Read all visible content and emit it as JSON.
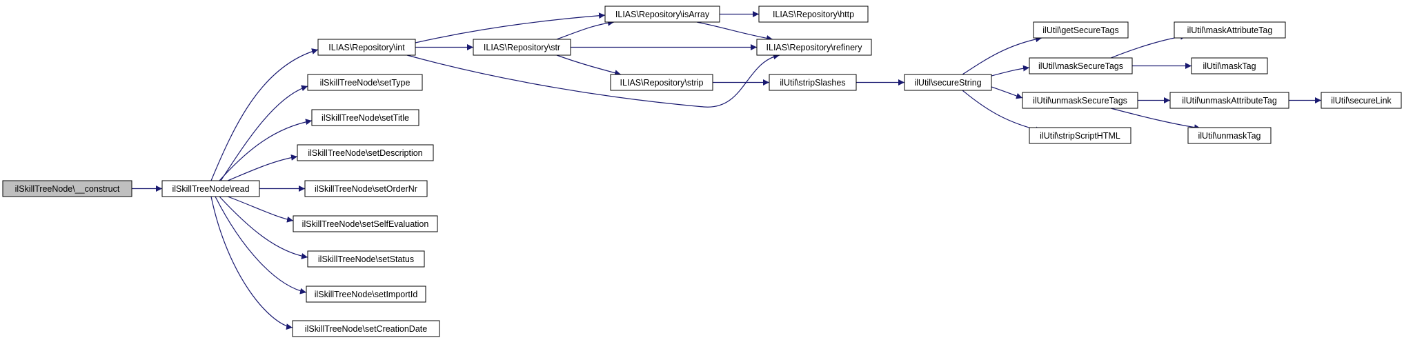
{
  "colors": {
    "edge": "#191970",
    "node_border": "#000000",
    "node_fill": "#ffffff",
    "root_fill": "#bfbfbf"
  },
  "nodes": [
    {
      "id": "n0",
      "label": "ilSkillTreeNode\\__construct",
      "root": true
    },
    {
      "id": "n1",
      "label": "ilSkillTreeNode\\read"
    },
    {
      "id": "n2",
      "label": "ILIAS\\Repository\\int"
    },
    {
      "id": "n3",
      "label": "ilSkillTreeNode\\setType"
    },
    {
      "id": "n4",
      "label": "ilSkillTreeNode\\setTitle"
    },
    {
      "id": "n5",
      "label": "ilSkillTreeNode\\setDescription"
    },
    {
      "id": "n6",
      "label": "ilSkillTreeNode\\setOrderNr"
    },
    {
      "id": "n7",
      "label": "ilSkillTreeNode\\setSelfEvaluation"
    },
    {
      "id": "n8",
      "label": "ilSkillTreeNode\\setStatus"
    },
    {
      "id": "n9",
      "label": "ilSkillTreeNode\\setImportId"
    },
    {
      "id": "n10",
      "label": "ilSkillTreeNode\\setCreationDate"
    },
    {
      "id": "n11",
      "label": "ILIAS\\Repository\\isArray"
    },
    {
      "id": "n12",
      "label": "ILIAS\\Repository\\str"
    },
    {
      "id": "n13",
      "label": "ILIAS\\Repository\\refinery"
    },
    {
      "id": "n14",
      "label": "ILIAS\\Repository\\http"
    },
    {
      "id": "n15",
      "label": "ILIAS\\Repository\\strip"
    },
    {
      "id": "n16",
      "label": "ilUtil\\stripSlashes"
    },
    {
      "id": "n17",
      "label": "ilUtil\\secureString"
    },
    {
      "id": "n18",
      "label": "ilUtil\\getSecureTags"
    },
    {
      "id": "n19",
      "label": "ilUtil\\maskSecureTags"
    },
    {
      "id": "n20",
      "label": "ilUtil\\unmaskSecureTags"
    },
    {
      "id": "n21",
      "label": "ilUtil\\stripScriptHTML"
    },
    {
      "id": "n22",
      "label": "ilUtil\\maskAttributeTag"
    },
    {
      "id": "n23",
      "label": "ilUtil\\maskTag"
    },
    {
      "id": "n24",
      "label": "ilUtil\\unmaskAttributeTag"
    },
    {
      "id": "n25",
      "label": "ilUtil\\unmaskTag"
    },
    {
      "id": "n26",
      "label": "ilUtil\\secureLink"
    }
  ],
  "edges": [
    {
      "from": "n0",
      "to": "n1"
    },
    {
      "from": "n1",
      "to": "n2"
    },
    {
      "from": "n1",
      "to": "n3"
    },
    {
      "from": "n1",
      "to": "n4"
    },
    {
      "from": "n1",
      "to": "n5"
    },
    {
      "from": "n1",
      "to": "n6"
    },
    {
      "from": "n1",
      "to": "n7"
    },
    {
      "from": "n1",
      "to": "n8"
    },
    {
      "from": "n1",
      "to": "n9"
    },
    {
      "from": "n1",
      "to": "n10"
    },
    {
      "from": "n2",
      "to": "n11"
    },
    {
      "from": "n2",
      "to": "n12"
    },
    {
      "from": "n2",
      "to": "n13"
    },
    {
      "from": "n11",
      "to": "n14"
    },
    {
      "from": "n11",
      "to": "n13"
    },
    {
      "from": "n12",
      "to": "n11"
    },
    {
      "from": "n12",
      "to": "n13"
    },
    {
      "from": "n12",
      "to": "n15"
    },
    {
      "from": "n15",
      "to": "n16"
    },
    {
      "from": "n16",
      "to": "n17"
    },
    {
      "from": "n17",
      "to": "n18"
    },
    {
      "from": "n17",
      "to": "n19"
    },
    {
      "from": "n17",
      "to": "n20"
    },
    {
      "from": "n17",
      "to": "n21"
    },
    {
      "from": "n19",
      "to": "n22"
    },
    {
      "from": "n19",
      "to": "n23"
    },
    {
      "from": "n20",
      "to": "n24"
    },
    {
      "from": "n20",
      "to": "n25"
    },
    {
      "from": "n24",
      "to": "n26"
    }
  ]
}
